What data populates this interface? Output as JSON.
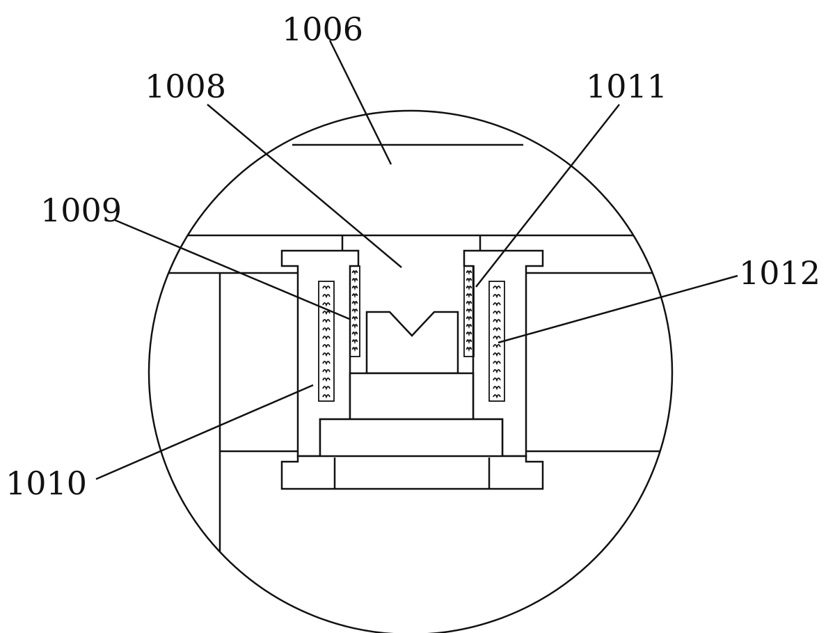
{
  "labels": {
    "l1006": "1006",
    "l1008": "1008",
    "l1011": "1011",
    "l1009": "1009",
    "l1012": "1012",
    "l1010": "1010"
  },
  "colors": {
    "line": "#111111",
    "background": "#ffffff"
  }
}
